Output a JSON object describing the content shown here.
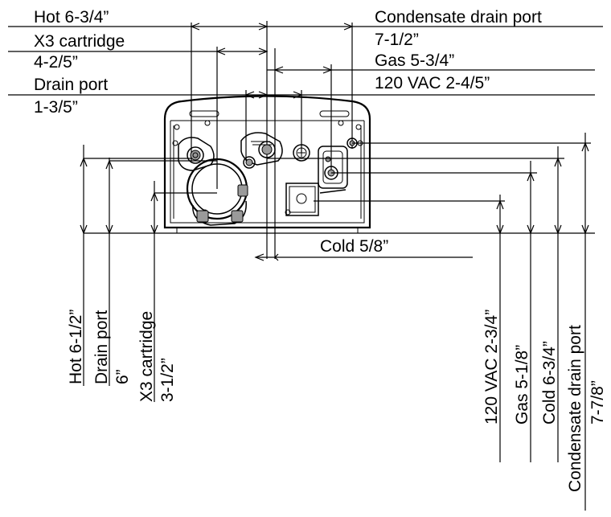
{
  "labels": {
    "hot_top_name": "Hot 6-3/4”",
    "x3_top_name": "X3 cartridge",
    "x3_top_value": "4-2/5”",
    "drain_top_name": "Drain port",
    "drain_top_value": "1-3/5”",
    "condensate_top_name": "Condensate drain port",
    "condensate_top_value": "7-1/2”",
    "gas_top": "Gas 5-3/4”",
    "vac_top": "120 VAC 2-4/5”",
    "cold_mid": "Cold 5/8”",
    "hot_bottom": "Hot 6-1/2”",
    "drain_bottom_name": "Drain port",
    "drain_bottom_value": "6”",
    "x3_bottom_name": "X3 cartridge",
    "x3_bottom_value": "3-1/2”",
    "vac_bottom": "120 VAC 2-3/4”",
    "gas_bottom": "Gas 5-1/8”",
    "cold_bottom": "Cold 6-3/4”",
    "condensate_bottom_name": "Condensate drain port",
    "condensate_bottom_value": "7-7/8”"
  }
}
